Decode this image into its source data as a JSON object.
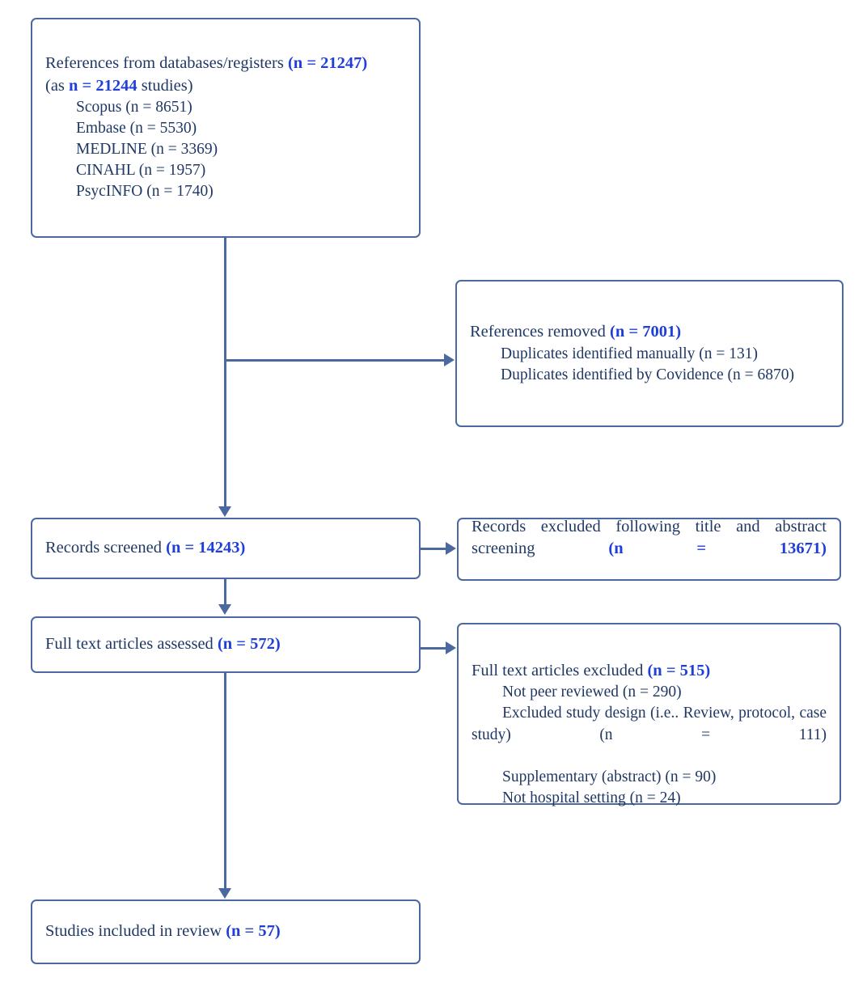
{
  "diagram": {
    "title": "PRISMA flow diagram of study selection",
    "accent_border_color": "#4B69A0",
    "text_color": "#1F3864",
    "highlight_color": "#1F3FD8",
    "background_color": "#FFFFFF"
  },
  "boxes": {
    "identification": {
      "name": "References from databases/registers",
      "heading_text": "References from databases/registers ",
      "heading_n": "(n = 21247)",
      "subheading_prefix": "(as ",
      "subheading_n": "n = 21244",
      "subheading_suffix": " studies)",
      "sources": [
        "Scopus (n = 8651)",
        "Embase (n = 5530)",
        "MEDLINE (n = 3369)",
        "CINAHL (n = 1957)",
        "PsycINFO (n = 1740)"
      ]
    },
    "removed": {
      "name": "References removed",
      "heading_text": "References removed ",
      "heading_n": "(n = 7001)",
      "items": [
        "Duplicates identified manually (n = 131)",
        "Duplicates identified by Covidence (n = 6870)"
      ]
    },
    "screened": {
      "name": "Records screened",
      "heading_text": "Records screened ",
      "heading_n": "(n = 14243)"
    },
    "excluded_title_abstract": {
      "name": "Records excluded following title and abstract screening",
      "heading_text": "Records excluded following title and abstract screening ",
      "heading_n": "(n = 13671)"
    },
    "fulltext_assessed": {
      "name": "Full text articles assessed",
      "heading_text": "Full text articles assessed ",
      "heading_n": "(n = 572)"
    },
    "fulltext_excluded": {
      "name": "Full text articles excluded",
      "heading_text": "Full text articles excluded ",
      "heading_n": "(n = 515)",
      "items": [
        "Not peer reviewed (n = 290)",
        "Excluded study design (i.e.. Review, protocol, case study) (n = 111)",
        "Supplementary (abstract) (n = 90)",
        "Not hospital setting (n = 24)"
      ]
    },
    "included": {
      "name": "Studies included in review",
      "heading_text": "Studies included in review ",
      "heading_n": "(n = 57)"
    }
  },
  "chart_data": {
    "type": "diagram",
    "subtype": "prisma-flow",
    "title": "PRISMA flow diagram of study selection",
    "nodes": [
      {
        "id": "identification",
        "label": "References from databases/registers",
        "n": 21247,
        "studies_n": 21244,
        "breakdown": [
          {
            "label": "Scopus",
            "n": 8651
          },
          {
            "label": "Embase",
            "n": 5530
          },
          {
            "label": "MEDLINE",
            "n": 3369
          },
          {
            "label": "CINAHL",
            "n": 1957
          },
          {
            "label": "PsycINFO",
            "n": 1740
          }
        ]
      },
      {
        "id": "removed",
        "label": "References removed",
        "n": 7001,
        "breakdown": [
          {
            "label": "Duplicates identified manually",
            "n": 131
          },
          {
            "label": "Duplicates identified by Covidence",
            "n": 6870
          }
        ]
      },
      {
        "id": "screened",
        "label": "Records screened",
        "n": 14243
      },
      {
        "id": "excluded_title_abstract",
        "label": "Records excluded following title and abstract screening",
        "n": 13671
      },
      {
        "id": "fulltext_assessed",
        "label": "Full text articles assessed",
        "n": 572
      },
      {
        "id": "fulltext_excluded",
        "label": "Full text articles excluded",
        "n": 515,
        "breakdown": [
          {
            "label": "Not peer reviewed",
            "n": 290
          },
          {
            "label": "Excluded study design (i.e.. Review, protocol, case study)",
            "n": 111
          },
          {
            "label": "Supplementary (abstract)",
            "n": 90
          },
          {
            "label": "Not hospital setting",
            "n": 24
          }
        ]
      },
      {
        "id": "included",
        "label": "Studies included in review",
        "n": 57
      }
    ],
    "edges": [
      {
        "from": "identification",
        "to": "removed",
        "direction": "right"
      },
      {
        "from": "identification",
        "to": "screened",
        "direction": "down"
      },
      {
        "from": "screened",
        "to": "excluded_title_abstract",
        "direction": "right"
      },
      {
        "from": "screened",
        "to": "fulltext_assessed",
        "direction": "down"
      },
      {
        "from": "fulltext_assessed",
        "to": "fulltext_excluded",
        "direction": "right"
      },
      {
        "from": "fulltext_assessed",
        "to": "included",
        "direction": "down"
      }
    ]
  }
}
